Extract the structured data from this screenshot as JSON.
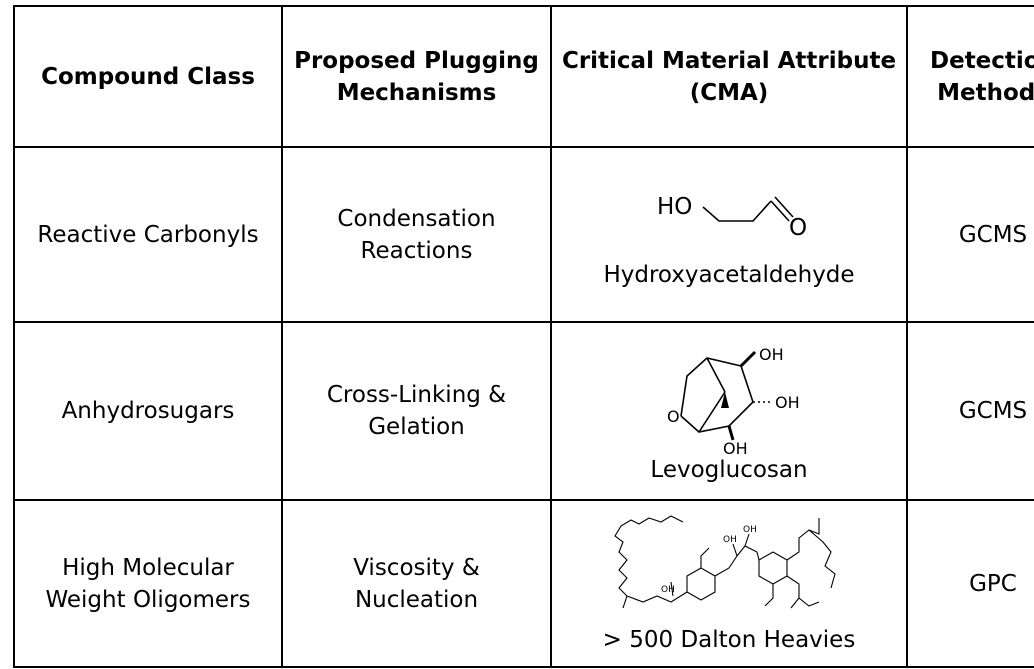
{
  "headers": {
    "compound_class": "Compound Class",
    "mechanisms": "Proposed Plugging Mechanisms",
    "cma": "Critical Material Attribute (CMA)",
    "detection": "Detection Methods"
  },
  "rows": [
    {
      "compound_class": "Reactive Carbonyls",
      "mechanism": "Condensation Reactions",
      "cma_name": "Hydroxyacetaldehyde",
      "detection": "GCMS",
      "structure_labels": {
        "ho": "HO",
        "o": "O"
      }
    },
    {
      "compound_class": "Anhydrosugars",
      "mechanism": "Cross-Linking & Gelation",
      "cma_name": "Levoglucosan",
      "detection": "GCMS",
      "structure_labels": {
        "oh_top": "OH",
        "oh_right": "OH",
        "oh_bottom": "OH",
        "o_left": "O"
      }
    },
    {
      "compound_class": "High Molecular Weight Oligomers",
      "mechanism": "Viscosity & Nucleation",
      "cma_name": "> 500 Dalton Heavies",
      "detection": "GPC",
      "structure_labels": {
        "oh_a": "OH",
        "oh_b": "OH",
        "oh_c": "OH"
      }
    }
  ]
}
